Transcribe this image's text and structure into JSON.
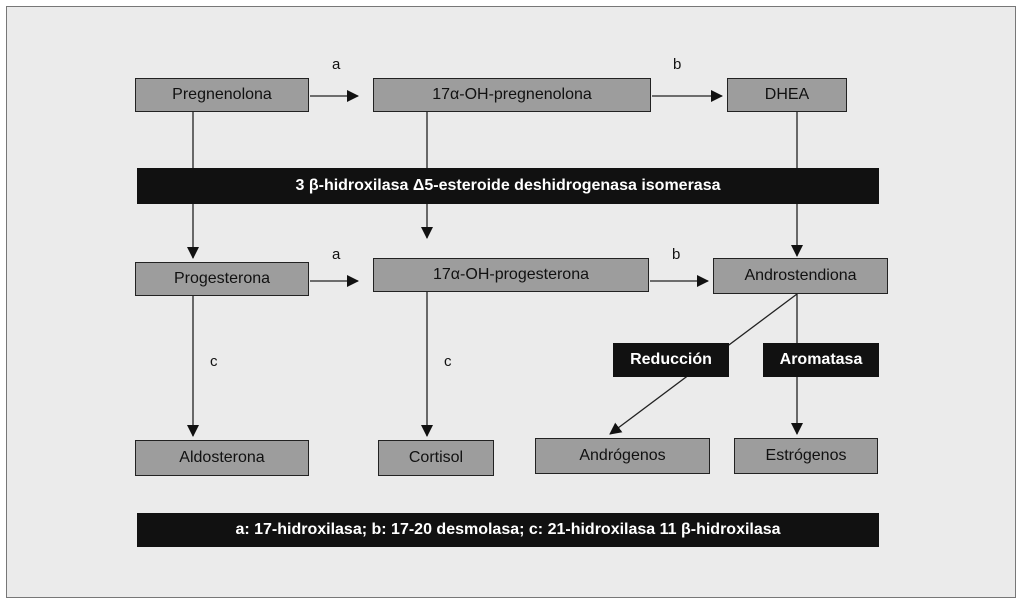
{
  "nodes": {
    "pregnenolona": "Pregnenolona",
    "oh_pregnenolona": "17α-OH-pregnenolona",
    "dhea": "DHEA",
    "progesterona": "Progesterona",
    "oh_progesterona": "17α-OH-progesterona",
    "androstendiona": "Androstendiona",
    "aldosterona": "Aldosterona",
    "cortisol": "Cortisol",
    "androgenos": "Andrógenos",
    "estrogenos": "Estrógenos"
  },
  "enzymes": {
    "isomerasa": "3 β-hidroxilasa Δ5-esteroide deshidrogenasa isomerasa",
    "reduccion": "Reducción",
    "aromatasa": "Aromatasa"
  },
  "edge_labels": {
    "a1": "a",
    "b1": "b",
    "a2": "a",
    "b2": "b",
    "c1": "c",
    "c2": "c"
  },
  "legend": "a: 17-hidroxilasa; b: 17-20 desmolasa; c: 21-hidroxilasa 11  β-hidroxilasa",
  "colors": {
    "frame_bg": "#ebebeb",
    "box_fill": "#9d9d9d",
    "bar_fill": "#111111",
    "bar_text": "#ffffff"
  }
}
